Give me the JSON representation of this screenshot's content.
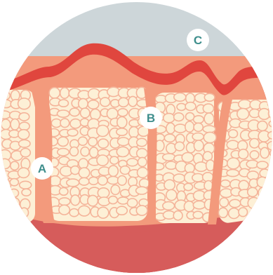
{
  "markers": [
    {
      "id": "A",
      "label": "A"
    },
    {
      "id": "B",
      "label": "B"
    },
    {
      "id": "C",
      "label": "C"
    }
  ],
  "colors": {
    "sky": "#cdd6d9",
    "epidermis": "#e0463e",
    "dermis": "#f39a7c",
    "septa": "#f6a98e",
    "fat_cell_fill": "#fdf0d6",
    "fat_cell_stroke": "#f4b49a",
    "muscle": "#d65c5b",
    "marker_fill": "#ffffff",
    "marker_text": "#3e8e8c"
  }
}
